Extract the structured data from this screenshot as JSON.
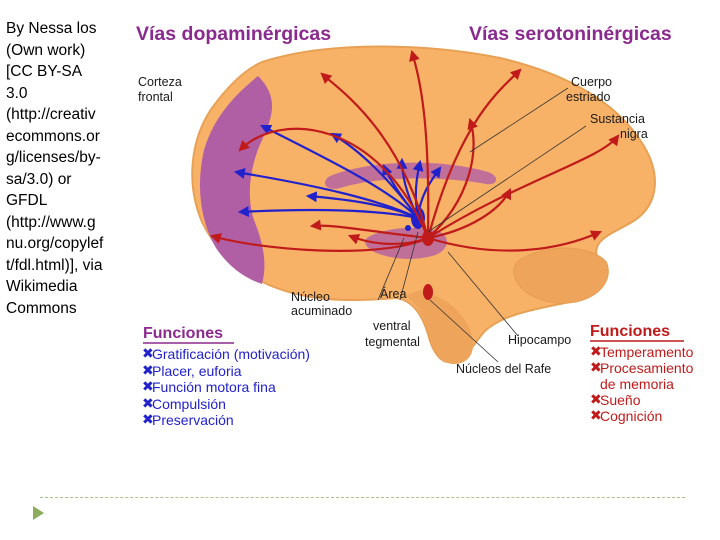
{
  "credit": "By Nessa los\n(Own work)\n[CC BY-SA\n3.0\n(http://creativ\necommons.or\ng/licenses/by-\nsa/3.0) or\nGFDL\n(http://www.g\nnu.org/copylef\nt/fdl.html)], via\nWikimedia\nCommons",
  "diagram": {
    "title_left": "Vías dopaminérgicas",
    "title_right": "Vías serotoninérgicas",
    "labels": {
      "corteza_1": "Corteza",
      "corteza_2": "frontal",
      "cuerpo_1": "Cuerpo",
      "cuerpo_2": "estriado",
      "sustancia_1": "Sustancia",
      "sustancia_2": "nigra",
      "nucleo_1": "Núcleo",
      "nucleo_2": "acuminado",
      "area_1": "Área",
      "area_2": "ventral",
      "area_3": "tegmental",
      "hipocampo": "Hipocampo",
      "rafe": "Núcleos del Rafe"
    },
    "funciones_dopamina": {
      "title": "Funciones",
      "items": [
        "Gratificación (motivación)",
        "Placer, euforia",
        "Función motora fina",
        "Compulsión",
        "Preservación"
      ]
    },
    "funciones_serotonina": {
      "title": "Funciones",
      "items": [
        "Temperamento",
        "Procesamiento",
        "de memoria",
        "Sueño",
        "Cognición"
      ]
    }
  },
  "colors": {
    "brain": "#F8B267",
    "brain_edge": "#E8A055",
    "cortex": "#B15FA5",
    "header": "#8B2A8E",
    "dopamine": "#2222CC",
    "serotonin": "#C01A1A",
    "green": "#8cac5f"
  }
}
